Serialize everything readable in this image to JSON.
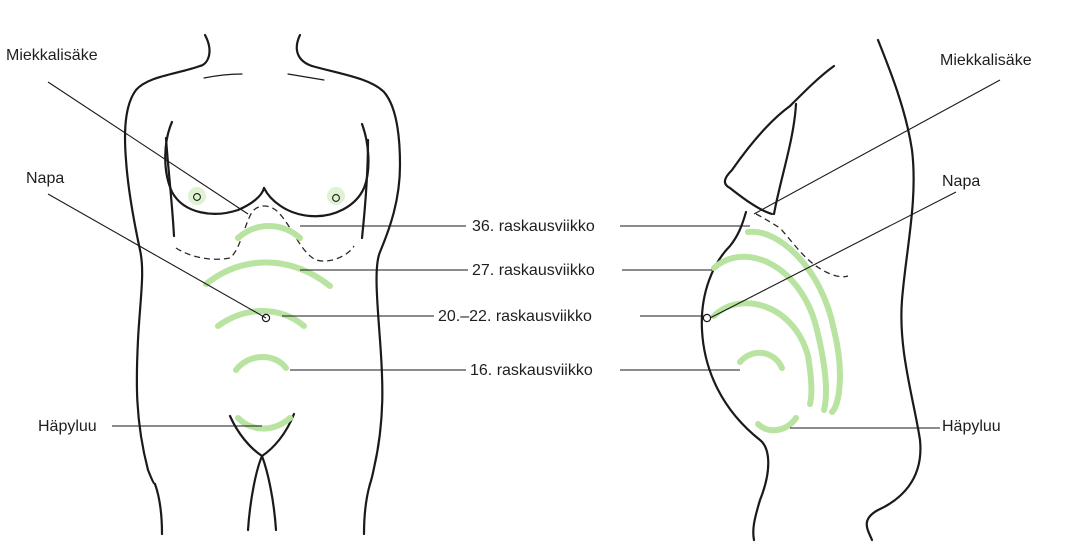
{
  "labels": {
    "front_xiphoid": "Miekkalisäke",
    "front_navel": "Napa",
    "front_pubis": "Häpyluu",
    "side_xiphoid": "Miekkalisäke",
    "side_navel": "Napa",
    "side_pubis": "Häpyluu",
    "week_36": "36. raskausviikko",
    "week_27": "27. raskausviikko",
    "week_20_22": "20.–22. raskausviikko",
    "week_16": "16. raskausviikko"
  },
  "colors": {
    "fundal_line": "#b9e3a0",
    "outline": "#1a1a1a",
    "text": "#1e1e1e",
    "background": "#ffffff"
  }
}
